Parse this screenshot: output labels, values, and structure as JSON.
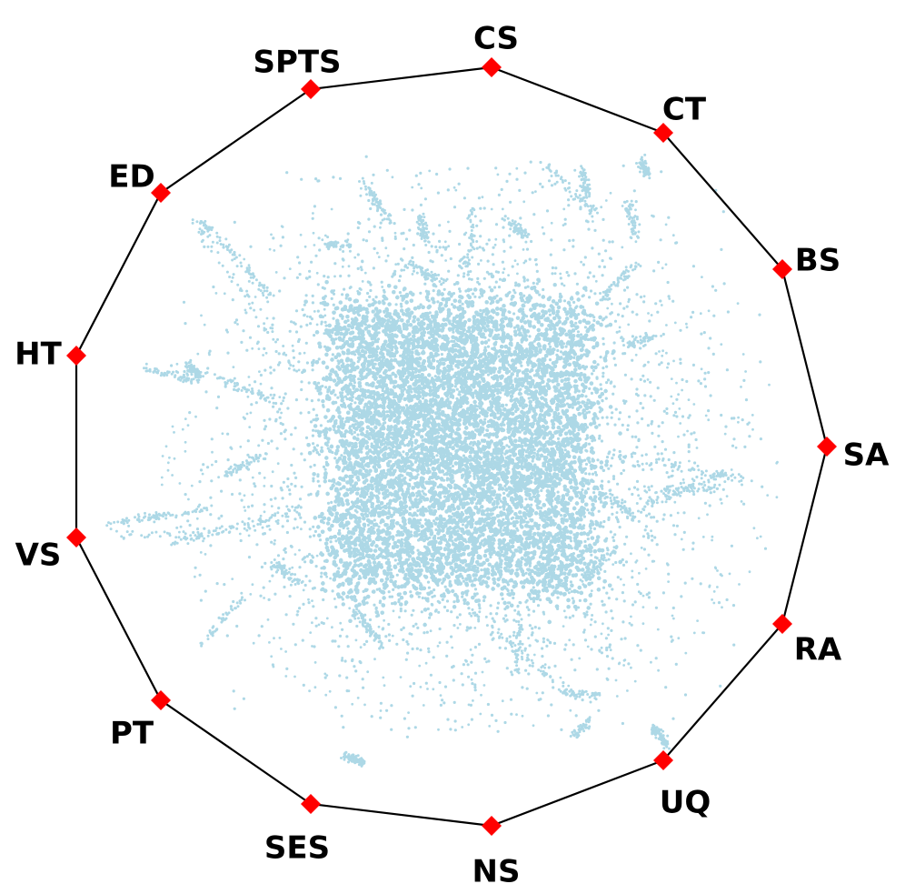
{
  "chart_data": {
    "type": "scatter",
    "title": "",
    "xlabel": "",
    "ylabel": "",
    "grid": false,
    "legend": "none",
    "layout": "radial-anchor-projection",
    "anchors": [
      {
        "label": "CS",
        "angle_deg": 90
      },
      {
        "label": "CT",
        "angle_deg": 60
      },
      {
        "label": "BS",
        "angle_deg": 30
      },
      {
        "label": "SA",
        "angle_deg": 0
      },
      {
        "label": "RA",
        "angle_deg": -30
      },
      {
        "label": "UQ",
        "angle_deg": -60
      },
      {
        "label": "NS",
        "angle_deg": -90
      },
      {
        "label": "SES",
        "angle_deg": -120
      },
      {
        "label": "PT",
        "angle_deg": -150
      },
      {
        "label": "VS",
        "angle_deg": 180
      },
      {
        "label": "HT",
        "angle_deg": 150
      },
      {
        "label": "ED",
        "angle_deg": 120
      },
      {
        "label": "SPTS",
        "angle_deg": 90
      }
    ],
    "point_cloud": {
      "center": [
        0,
        0
      ],
      "core_half_extent": [
        0.36,
        0.4
      ],
      "max_extent": [
        0.9,
        0.85
      ],
      "approx_points": 18000
    },
    "colors": {
      "points": "#add8e6",
      "polygon": "#000000",
      "anchor_marker": "#ff0000"
    }
  }
}
